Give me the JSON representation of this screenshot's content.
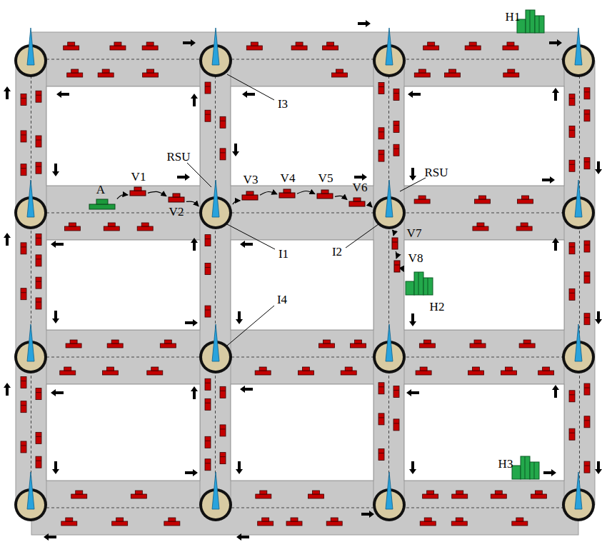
{
  "diagram": {
    "nodes": [
      {
        "text": [
          "H1"
        ]
      },
      {
        "text": [
          "A"
        ]
      },
      {
        "text": [
          "V1"
        ]
      },
      {
        "text": [
          "V2"
        ]
      },
      {
        "text": [
          "RSU"
        ]
      },
      {
        "text": [
          "V3"
        ]
      },
      {
        "text": [
          "V4"
        ]
      },
      {
        "text": [
          "V5"
        ]
      },
      {
        "text": [
          "V6"
        ]
      },
      {
        "text": [
          "RSU"
        ]
      },
      {
        "text": [
          "V7"
        ]
      },
      {
        "text": [
          "V8"
        ]
      },
      {
        "text": [
          "H2"
        ]
      },
      {
        "text": [
          "H3"
        ]
      }
    ],
    "edges": [
      {
        "from": 1,
        "to": 2,
        "arrow": "to"
      },
      {
        "from": 2,
        "to": 3,
        "arrow": "to"
      },
      {
        "from": 3,
        "to": 4,
        "arrow": "to"
      },
      {
        "from": 4,
        "to": 5,
        "arrow": "to"
      },
      {
        "from": 5,
        "to": 6,
        "arrow": "to"
      },
      {
        "from": 6,
        "to": 7,
        "arrow": "to"
      },
      {
        "from": 7,
        "to": 8,
        "arrow": "to"
      },
      {
        "from": 8,
        "to": 9,
        "arrow": "to"
      },
      {
        "from": 9,
        "to": 10,
        "arrow": "to"
      },
      {
        "from": 10,
        "to": 11,
        "arrow": "to"
      },
      {
        "from": 11,
        "to": 12,
        "arrow": "to"
      }
    ],
    "labels": [
      "I3",
      "I1",
      "I2",
      "I4"
    ]
  }
}
